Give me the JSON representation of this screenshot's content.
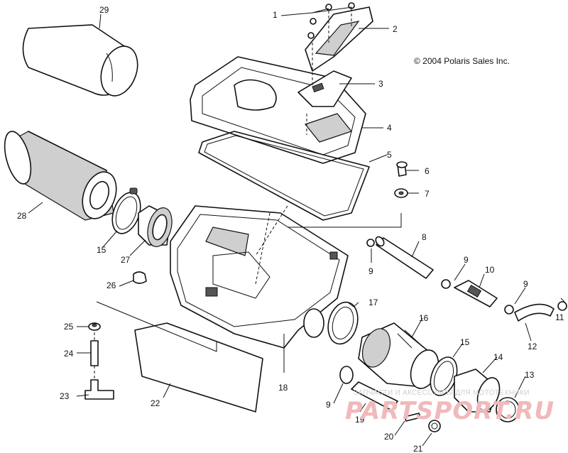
{
  "copyright": "© 2004 Polaris Sales Inc.",
  "watermark": {
    "subtitle": "ЗАПЧАСТИ И АКСЕССУАРЫ ДЛЯ МОТОТЕХНИКИ",
    "logo_text": "PARTSPORT.RU"
  },
  "callouts": [
    "1",
    "2",
    "3",
    "4",
    "5",
    "6",
    "7",
    "8",
    "9",
    "9",
    "9",
    "9",
    "10",
    "11",
    "12",
    "13",
    "14",
    "15",
    "15",
    "16",
    "17",
    "18",
    "19",
    "20",
    "21",
    "22",
    "23",
    "24",
    "25",
    "26",
    "27",
    "28",
    "29"
  ],
  "colors": {
    "line": "#111111",
    "background": "#ffffff",
    "watermark": "#f0b9bb"
  }
}
